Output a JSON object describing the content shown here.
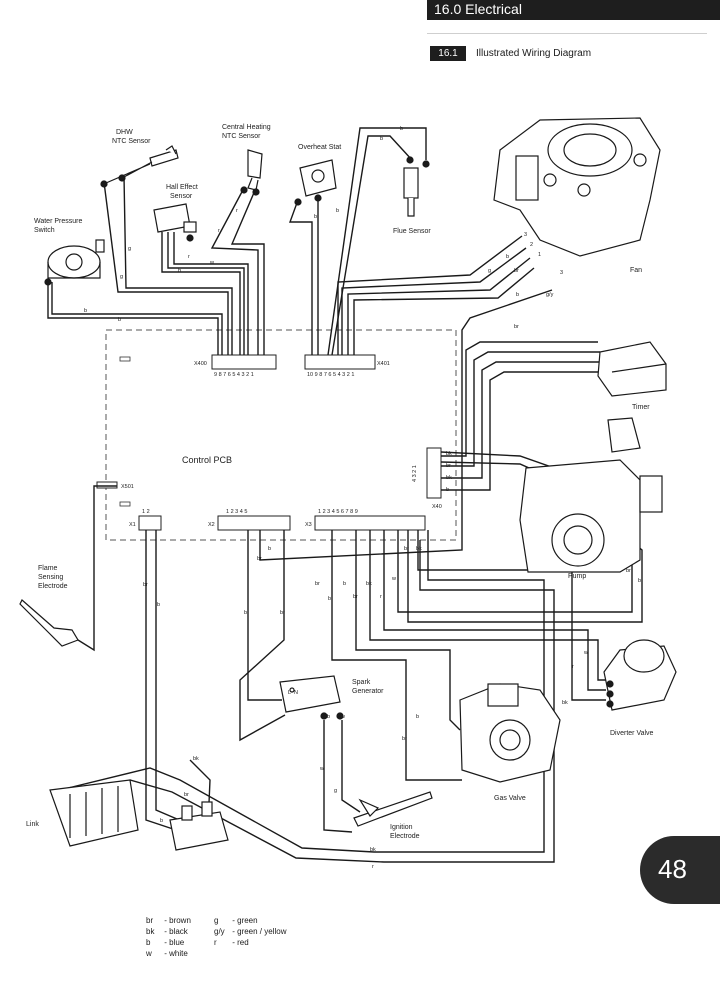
{
  "header": {
    "section_title": "16.0 Electrical",
    "subsection_number": "16.1",
    "subsection_title": "Illustrated Wiring Diagram"
  },
  "page_number": "48",
  "components": {
    "dhw_sensor": "DHW\nNTC Sensor",
    "ch_sensor": "Central Heating\nNTC Sensor",
    "overheat_stat": "Overheat Stat",
    "hall_effect": "Hall Effect\nSensor",
    "water_pressure": "Water Pressure\nSwitch",
    "flue_sensor": "Flue Sensor",
    "fan": "Fan",
    "timer": "Timer",
    "control_pcb": "Control PCB",
    "pump": "Pump",
    "flame_sensing": "Flame\nSensing\nElectrode",
    "spark_generator": "Spark\nGenerator",
    "diverter_valve": "Diverter Valve",
    "gas_valve": "Gas Valve",
    "ignition_electrode": "Ignition\nElectrode",
    "link": "Link"
  },
  "connectors": {
    "x400": "X400",
    "x401": "X401",
    "x501": "X501",
    "x1": "X1",
    "x2": "X2",
    "x3": "X3",
    "x40": "X40",
    "x400_pins": "9 8 7 6 5 4 3 2 1",
    "x401_pins": "10 9 8 7 6 5 4 3 2 1",
    "x1_pins": "1   2",
    "x2_pins": "1         2   3   4   5",
    "x3_pins": "1   2   3   4   5   6   7   8   9",
    "x40_pins": "4 3 2 1"
  },
  "wire_codes": [
    "b",
    "g",
    "r",
    "w",
    "bk",
    "br",
    "g/y",
    "3",
    "2",
    "1",
    "L",
    "N"
  ],
  "legend": {
    "left": [
      {
        "code": "br",
        "name": "- brown"
      },
      {
        "code": "bk",
        "name": "- black"
      },
      {
        "code": "b",
        "name": "- blue"
      },
      {
        "code": "w",
        "name": "- white"
      }
    ],
    "right": [
      {
        "code": "g",
        "name": "- green"
      },
      {
        "code": "g/y",
        "name": "- green / yellow"
      },
      {
        "code": "r",
        "name": "- red"
      }
    ]
  },
  "colors": {
    "header_bg": "#1e1e1e",
    "page_tab": "#2b2b2b",
    "wire": "#1a1a1a",
    "pcb_border": "#555555"
  }
}
